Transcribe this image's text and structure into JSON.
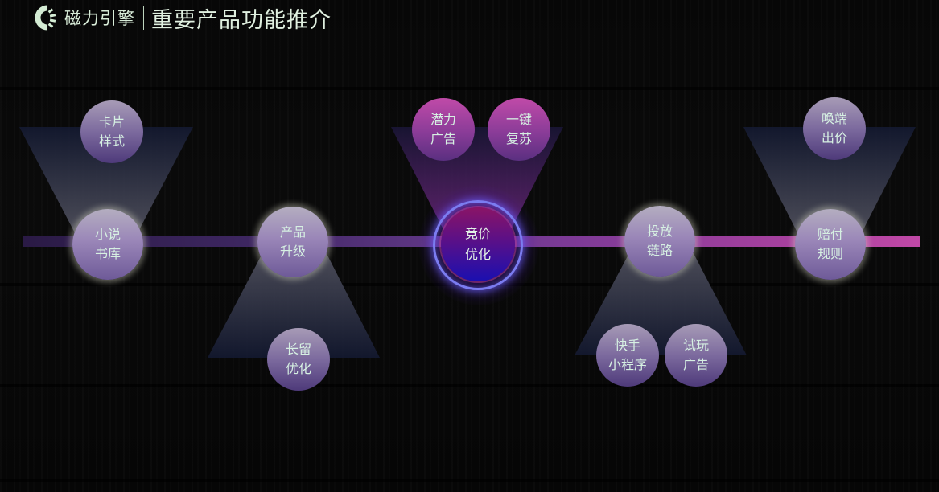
{
  "header": {
    "logo_icon": "magnet-engine-logo-icon",
    "brand": "磁力引擎",
    "title": "重要产品功能推介"
  },
  "colors": {
    "background": "#050505",
    "header_text": "#d8ecd8",
    "timeline_start": "#2a1a45",
    "timeline_end": "#c048a6",
    "bubble_top": "#a79bb6",
    "bubble_bottom": "#4e3a7a",
    "pink_bubble_top": "#c04aa8",
    "center_core_top": "#8a1466",
    "center_core_bottom": "#1a0fb0",
    "center_ring": "#7b7cf0",
    "bubble_text": "#d6f0e2"
  },
  "timeline": {
    "nodes": [
      {
        "id": "novel-library",
        "label": "小说\n书库",
        "satellites": [
          {
            "label": "卡片\n样式",
            "position": "above"
          }
        ]
      },
      {
        "id": "product-upgrade",
        "label": "产品\n升级",
        "satellites": [
          {
            "label": "长留\n优化",
            "position": "below"
          }
        ]
      },
      {
        "id": "bidding-optimization",
        "label": "竞价\n优化",
        "highlight": true,
        "satellites": [
          {
            "label": "潜力\n广告",
            "position": "above"
          },
          {
            "label": "一键\n复苏",
            "position": "above"
          }
        ]
      },
      {
        "id": "delivery-link",
        "label": "投放\n链路",
        "satellites": [
          {
            "label": "快手\n小程序",
            "position": "below"
          },
          {
            "label": "试玩\n广告",
            "position": "below"
          }
        ]
      },
      {
        "id": "compensation-rules",
        "label": "赔付\n规则",
        "satellites": [
          {
            "label": "唤端\n出价",
            "position": "above"
          }
        ]
      }
    ]
  }
}
